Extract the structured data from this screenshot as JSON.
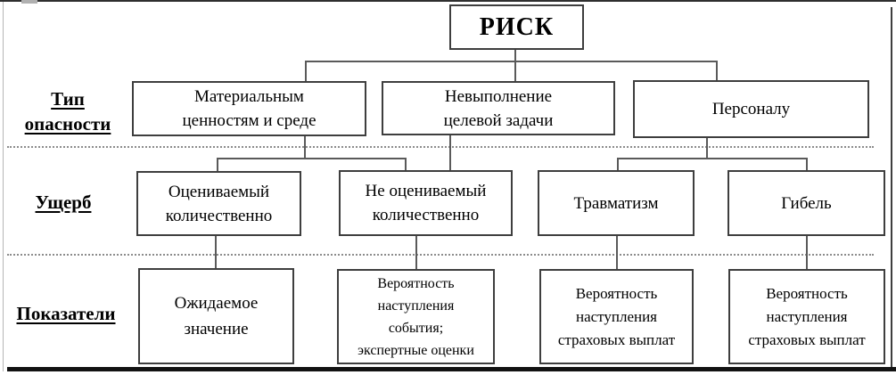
{
  "diagram": {
    "root": {
      "label": "РИСК"
    },
    "row_labels": {
      "danger_type": "Тип\nопасности",
      "damage": "Ущерб",
      "indicators": "Показатели"
    },
    "danger_types": [
      "Материальным\nценностям и среде",
      "Невыполнение\nцелевой задачи",
      "Персоналу"
    ],
    "damages": [
      "Оцениваемый\nколичественно",
      "Не оцениваемый\nколичественно",
      "Травматизм",
      "Гибель"
    ],
    "indicators": [
      "Ожидаемое\nзначение",
      "Вероятность\nнаступления\nсобытия;\nэкспертные оценки",
      "Вероятность\nнаступления\nстраховых выплат",
      "Вероятность\nнаступления\nстраховых выплат"
    ],
    "colors": {
      "box_border": "#3e3e3e",
      "connector": "#5a5a5a",
      "dotted_separator": "#8c8c8c",
      "text": "#000000"
    }
  }
}
